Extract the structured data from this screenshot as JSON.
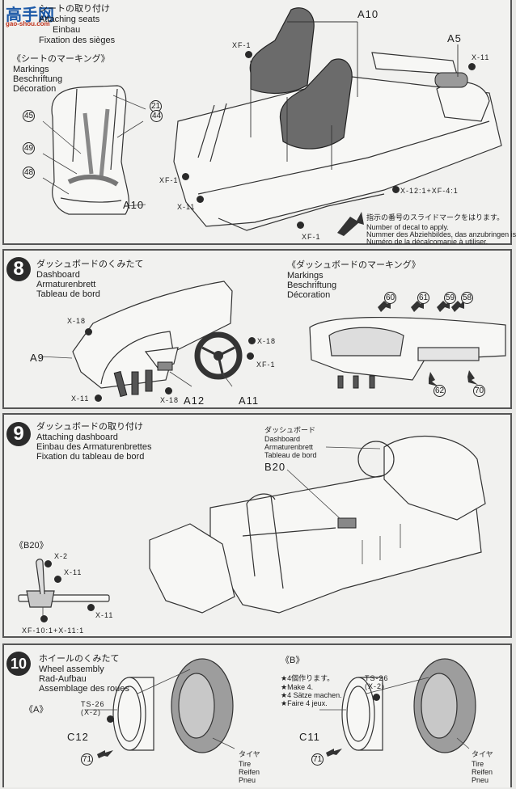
{
  "watermark": {
    "logo": "高手网",
    "url": "gao-shou.com"
  },
  "step7": {
    "title_jp": "シートの取り付け",
    "title_en": "Attaching seats",
    "title_de": "Einbau",
    "title_fr": "Fixation des sièges",
    "markings": {
      "heading_jp": "《シートのマーキング》",
      "en": "Markings",
      "de": "Beschriftung",
      "fr": "Décoration",
      "decals": [
        "21",
        "45",
        "44",
        "49",
        "48"
      ],
      "part": "A10"
    },
    "parts": [
      "A10",
      "A5"
    ],
    "paints": {
      "xf1_top": "XF-1",
      "x11_top": "X-11",
      "xf1_left": "XF-1",
      "x11_left": "X-11",
      "xf1_bottom": "XF-1",
      "mix": "X-12:1+XF-4:1"
    },
    "legend": {
      "jp": "指示の番号のスライドマークをはります。",
      "en": "Number of decal to apply.",
      "de": "Nummer des Abziehbildes, das anzubringen ist.",
      "fr": "Numéro de la décalcomanie à utiliser."
    }
  },
  "step8": {
    "number": "8",
    "title_jp": "ダッシュボードのくみたて",
    "title_en": "Dashboard",
    "title_de": "Armaturenbrett",
    "title_fr": "Tableau de bord",
    "parts": {
      "a9": "A9",
      "a12": "A12",
      "a11": "A11"
    },
    "paints": {
      "x18_top": "X-18",
      "x18_right": "X-18",
      "xf1_right": "XF-1",
      "x11": "X-11",
      "x18_bottom": "X-18"
    },
    "markings": {
      "heading_jp": "《ダッシュボードのマーキング》",
      "en": "Markings",
      "de": "Beschriftung",
      "fr": "Décoration",
      "decals": [
        "60",
        "61",
        "59",
        "58",
        "62",
        "70"
      ]
    }
  },
  "step9": {
    "number": "9",
    "title_jp": "ダッシュボードの取り付け",
    "title_en": "Attaching dashboard",
    "title_de": "Einbau des Armaturenbrettes",
    "title_fr": "Fixation du tableau de bord",
    "callout": {
      "jp": "ダッシュボード",
      "en": "Dashboard",
      "de": "Armaturenbrett",
      "fr": "Tableau de bord",
      "part": "B20"
    },
    "detail": {
      "heading": "《B20》",
      "paints": {
        "x2": "X-2",
        "x11_a": "X-11",
        "x11_b": "X-11",
        "mix": "XF-10:1+X-11:1"
      }
    }
  },
  "step10": {
    "number": "10",
    "title_jp": "ホイールのくみたて",
    "title_en": "Wheel assembly",
    "title_de": "Rad-Aufbau",
    "title_fr": "Assemblage des roues",
    "variant_a": {
      "heading": "《A》",
      "paint": "TS-26",
      "paint_sub": "(X-2)",
      "part": "C12",
      "decal": "71",
      "tire_jp": "タイヤ",
      "tire_en": "Tire",
      "tire_de": "Reifen",
      "tire_fr": "Pneu"
    },
    "variant_b": {
      "heading": "《B》",
      "notes": [
        "★4個作ります。",
        "★Make 4.",
        "★4 Sätze machen.",
        "★Faire 4 jeux."
      ],
      "paint": "TS-26",
      "paint_sub": "(X-2)",
      "part": "C11",
      "decal": "71",
      "tire_jp": "タイヤ",
      "tire_en": "Tire",
      "tire_de": "Reifen",
      "tire_fr": "Pneu"
    }
  }
}
